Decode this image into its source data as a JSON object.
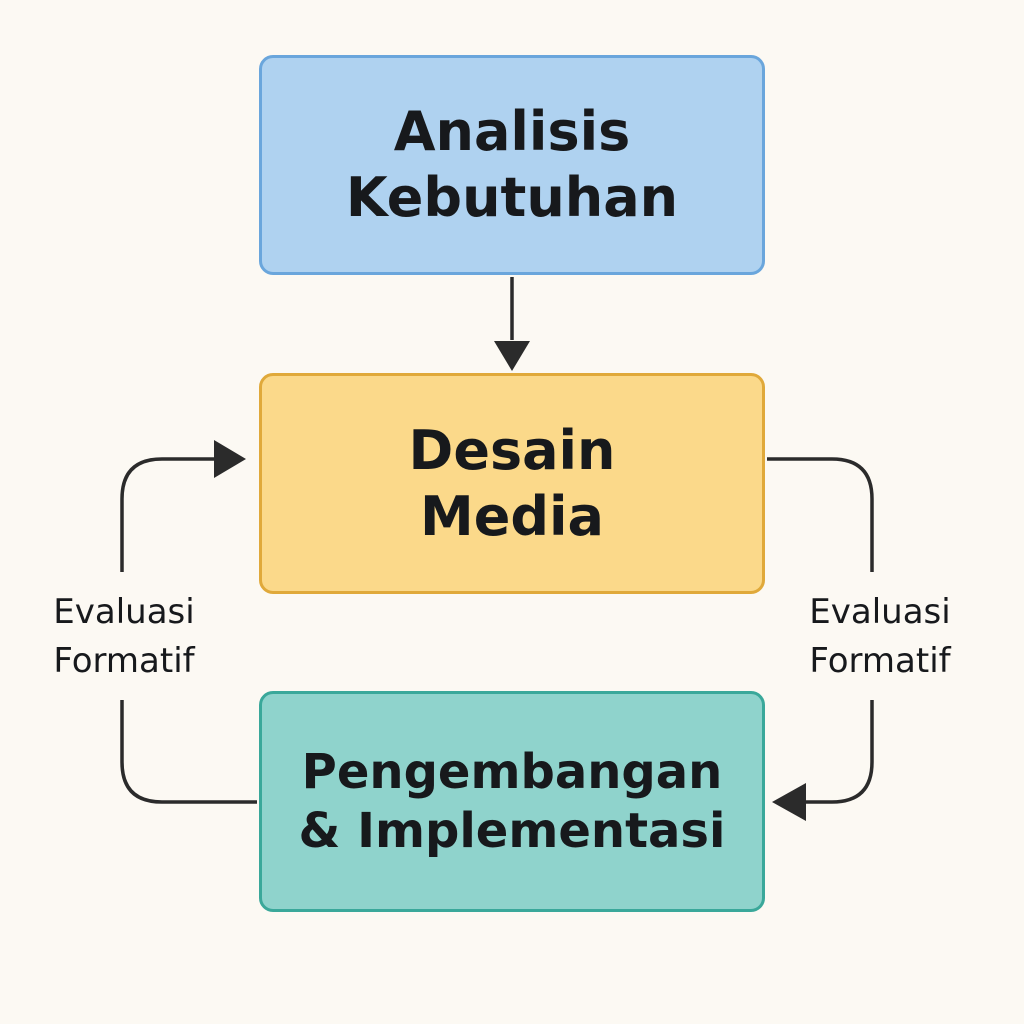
{
  "diagram": {
    "nodes": [
      {
        "id": "analisis",
        "lines": [
          "Analisis",
          "Kebutuhan"
        ],
        "fill": "#afd2f0",
        "border": "#6aa6dc"
      },
      {
        "id": "desain",
        "lines": [
          "Desain",
          "Media"
        ],
        "fill": "#fbd98a",
        "border": "#e0a93a"
      },
      {
        "id": "pengembangan",
        "lines": [
          "Pengembangan",
          "& Implementasi"
        ],
        "fill": "#8fd3cc",
        "border": "#3aa89a"
      }
    ],
    "edges": [
      {
        "from": "analisis",
        "to": "desain",
        "label": ""
      },
      {
        "from": "desain",
        "to": "pengembangan",
        "label_lines": [
          "Evaluasi",
          "Formatif"
        ]
      },
      {
        "from": "pengembangan",
        "to": "desain",
        "label_lines": [
          "Evaluasi",
          "Formatif"
        ]
      }
    ],
    "arrow_color": "#2b2b2b",
    "background": "#fcf9f3"
  }
}
